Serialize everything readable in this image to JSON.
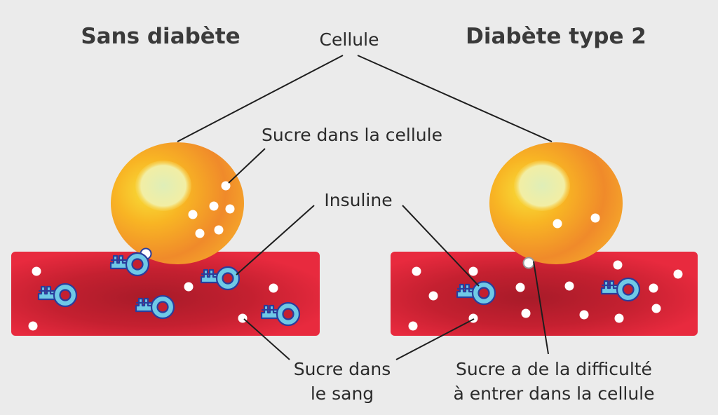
{
  "titles": {
    "left": "Sans diabète",
    "right": "Diabète type 2"
  },
  "labels": {
    "cell": "Cellule",
    "sugar_in_cell": "Sucre dans la cellule",
    "insulin": "Insuline",
    "sugar_in_blood_line1": "Sucre dans",
    "sugar_in_blood_line2": "le sang",
    "sugar_difficulty_line1": "Sucre a de la difficulté",
    "sugar_difficulty_line2": "à entrer dans la cellule"
  },
  "colors": {
    "background": "#ebebeb",
    "blood_vessel": "#e82a3e",
    "blood_vessel_dark": "#a81b29",
    "cell": "#f5a01f",
    "cell_highlight": "#f4f0a8",
    "key_fill": "#6fc9e6",
    "key_outline": "#2a3d9c",
    "sugar": "#ffffff"
  },
  "icons": {
    "key": "insulin-key-icon",
    "sugar": "sugar-dot-icon"
  }
}
